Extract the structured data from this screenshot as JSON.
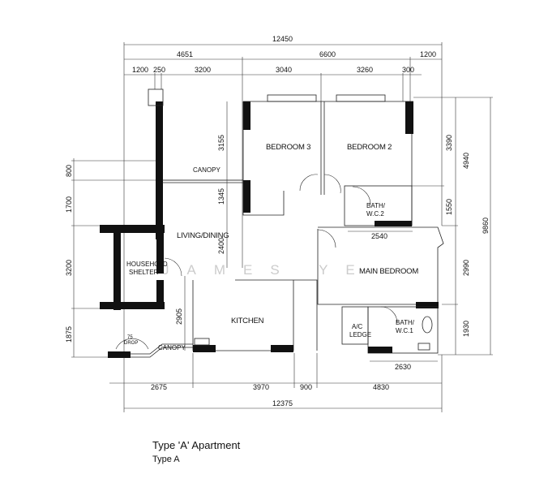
{
  "caption": {
    "title": "Type 'A' Apartment",
    "subtitle": "Type A"
  },
  "watermark": "JAMES YE",
  "rooms": {
    "bedroom3": "BEDROOM 3",
    "bedroom2": "BEDROOM 2",
    "living_dining": "LIVING/DINING",
    "household_shelter_1": "HOUSEHOLD",
    "household_shelter_2": "SHELTER",
    "kitchen": "KITCHEN",
    "main_bedroom": "MAIN BEDROOM",
    "bath2_1": "BATH/",
    "bath2_2": "W.C.2",
    "bath1_1": "BATH/",
    "bath1_2": "W.C.1",
    "ac_ledge_1": "A/C",
    "ac_ledge_2": "LEDGE",
    "canopy_top": "CANOPY",
    "canopy_bottom": "CANOPY",
    "drop_1": "75",
    "drop_2": "DROP"
  },
  "dimensions": {
    "top_total": "12450",
    "top_row2": [
      "4651",
      "6600",
      "1200"
    ],
    "top_row3": [
      "1200",
      "250",
      "3200",
      "3040",
      "3260",
      "300"
    ],
    "left": [
      "800",
      "1700",
      "3200",
      "1875"
    ],
    "right_inner": [
      "3390",
      "1550"
    ],
    "right_mid": [
      "4940",
      "2990",
      "1930"
    ],
    "right_total": "9860",
    "interior": {
      "d3155": "3155",
      "d1345": "1345",
      "d2400": "2400",
      "d2905": "2905",
      "d2540": "2540",
      "d2630": "2630"
    },
    "bottom_row1": [
      "2675",
      "3970",
      "900",
      "4830"
    ],
    "bottom_total": "12375"
  }
}
